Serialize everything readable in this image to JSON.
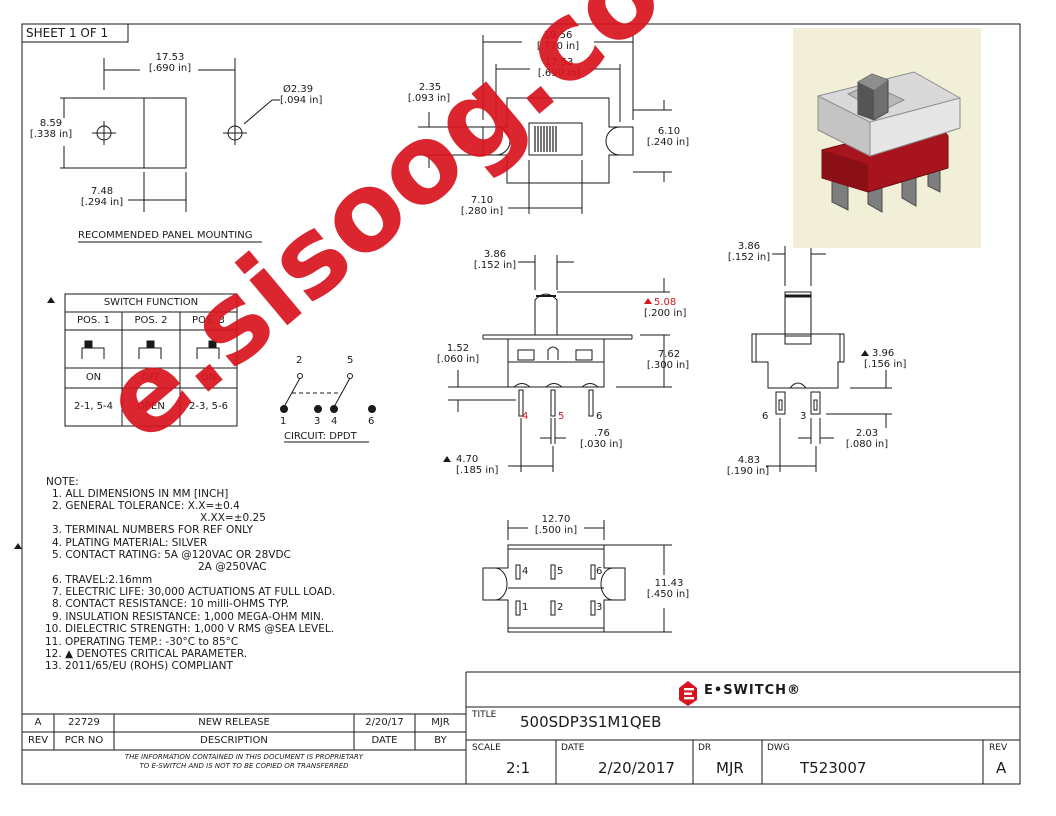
{
  "sheet": "SHEET 1 OF 1",
  "panel": {
    "width_mm": "17.53",
    "width_in": "[.690 in]",
    "height_mm": "8.59",
    "height_in": "[.338 in]",
    "hole_mm": "Ø2.39",
    "hole_in": "[.094 in]",
    "offset_mm": "7.48",
    "offset_in": "[.294 in]",
    "caption": "RECOMMENDED PANEL MOUNTING"
  },
  "top_view": {
    "overall_mm": "19.56",
    "overall_in": "[.770 in]",
    "pitch_mm": "17.53",
    "pitch_in": "[.690 in]",
    "slot_mm": "2.35",
    "slot_in": "[.093 in]",
    "height_mm": "6.10",
    "height_in": "[.240 in]",
    "actuator_mm": "7.10",
    "actuator_in": "[.280 in]"
  },
  "side_view": {
    "handle_mm": "3.86",
    "handle_in": "[.152 in]",
    "handle_h_mm": "5.08",
    "handle_h_in": "[.200 in]",
    "flange_mm": "1.52",
    "flange_in": "[.060 in]",
    "body_mm": "7.62",
    "body_in": "[.300 in]",
    "pin_w_mm": ".76",
    "pin_w_in": "[.030 in]",
    "pin_pitch_mm": "4.70",
    "pin_pitch_in": "[.185 in]",
    "pins": [
      "4",
      "5",
      "6"
    ]
  },
  "end_view": {
    "handle_mm": "3.86",
    "handle_in": "[.152 in]",
    "pin_len_mm": "3.96",
    "pin_len_in": "[.156 in]",
    "row_mm": "2.03",
    "row_in": "[.080 in]",
    "width_mm": "4.83",
    "width_in": "[.190 in]",
    "pins": [
      "6",
      "3"
    ]
  },
  "bottom_view": {
    "pitch_mm": "12.70",
    "pitch_in": "[.500 in]",
    "height_mm": "11.43",
    "height_in": "[.450 in]",
    "pins_top": [
      "4",
      "5",
      "6"
    ],
    "pins_bottom": [
      "1",
      "2",
      "3"
    ]
  },
  "switch_function": {
    "title": "SWITCH FUNCTION",
    "headers": [
      "POS. 1",
      "POS. 2",
      "POS. 3"
    ],
    "states": [
      "ON",
      "OFF",
      "ON"
    ],
    "connections": [
      "2-1, 5-4",
      "OPEN",
      "2-3, 5-6"
    ]
  },
  "circuit": {
    "caption": "CIRCUIT: DPDT",
    "top_labels": [
      "2",
      "5"
    ],
    "bottom_labels": [
      "1",
      "3",
      "4",
      "6"
    ]
  },
  "notes": {
    "header": "NOTE:",
    "lines": [
      "1. ALL DIMENSIONS IN MM [INCH]",
      "2. GENERAL TOLERANCE: X.X=±0.4",
      "X.XX=±0.25",
      "3. TERMINAL NUMBERS FOR REF ONLY",
      "4. PLATING MATERIAL: SILVER",
      "5. CONTACT RATING: 5A @120VAC OR 28VDC",
      "2A @250VAC",
      "6. TRAVEL:2.16mm",
      "7. ELECTRIC LIFE: 30,000 ACTUATIONS AT FULL LOAD.",
      "8. CONTACT RESISTANCE: 10 milli-OHMS TYP.",
      "9. INSULATION RESISTANCE: 1,000 MEGA-OHM MIN.",
      "10. DIELECTRIC STRENGTH: 1,000 V RMS @SEA LEVEL.",
      "11. OPERATING TEMP.: -30°C to 85°C",
      "12. ▲ DENOTES CRITICAL PARAMETER.",
      "13. 2011/65/EU (ROHS) COMPLIANT"
    ]
  },
  "revision": {
    "rev": "A",
    "pcr": "22729",
    "description": "NEW RELEASE",
    "date": "2/20/17",
    "by": "MJR",
    "headers": [
      "REV",
      "PCR NO",
      "DESCRIPTION",
      "DATE",
      "BY"
    ],
    "disclaimer_1": "THE INFORMATION CONTAINED IN THIS DOCUMENT IS PROPRIETARY",
    "disclaimer_2": "TO E-SWITCH AND IS NOT TO BE COPIED OR TRANSFERRED"
  },
  "title_block": {
    "brand": "E•SWITCH®",
    "title_label": "TITLE",
    "title": "500SDP3S1M1QEB",
    "scale_label": "SCALE",
    "scale": "2:1",
    "date_label": "DATE",
    "date": "2/20/2017",
    "dr_label": "DR",
    "dr": "MJR",
    "dwg_label": "DWG",
    "dwg": "T523007",
    "rev_label": "REV",
    "rev": "A"
  },
  "watermark": "e.sisoog.com",
  "colors": {
    "line": "#1a1a1a",
    "red": "#d8141e",
    "photo_bg": "#f2efd9"
  }
}
